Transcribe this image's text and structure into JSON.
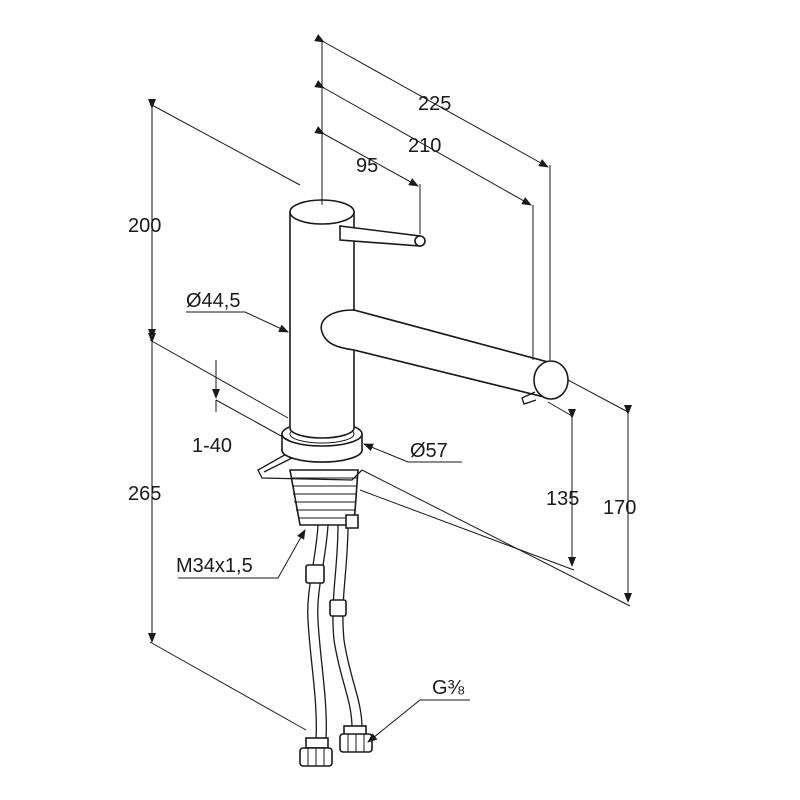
{
  "dimensions": {
    "d225": "225",
    "d210": "210",
    "d95": "95",
    "d200": "200",
    "d_body": "Ø44,5",
    "d_adjust": "1-40",
    "d_rosette": "Ø57",
    "d265": "265",
    "d_thread": "M34x1,5",
    "d135": "135",
    "d170": "170",
    "d_conn": "G⅜"
  },
  "colors": {
    "line": "#1a1a1a",
    "background": "#ffffff"
  }
}
